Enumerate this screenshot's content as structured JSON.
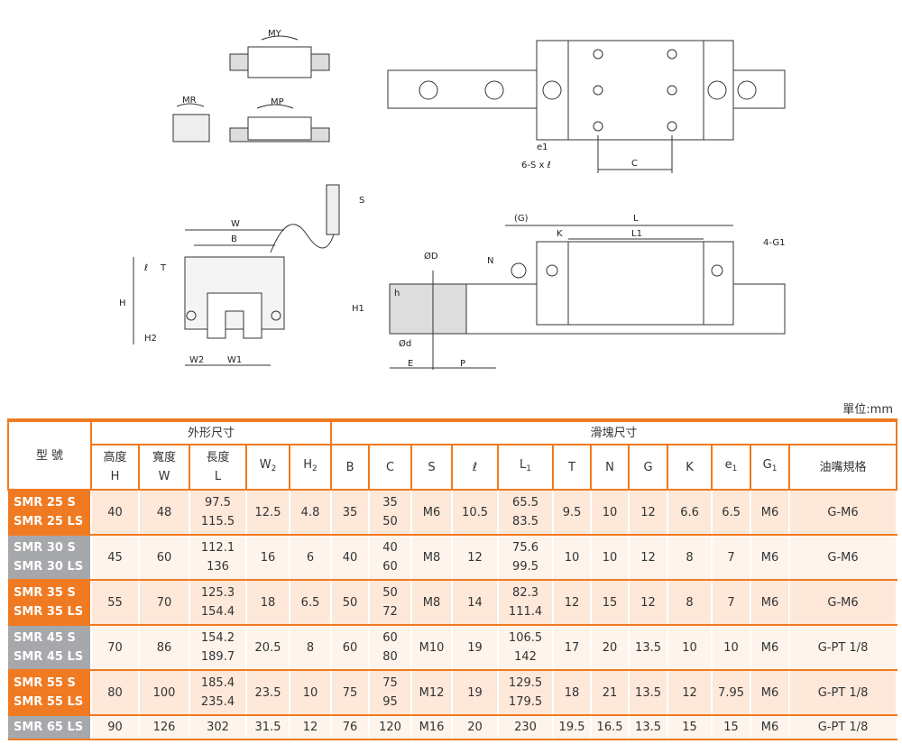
{
  "diagram_labels": {
    "my": "MY",
    "mr": "MR",
    "mp": "MP",
    "e1": "e1",
    "s_l": "6-S x ℓ",
    "c": "C",
    "s": "S",
    "w": "W",
    "b": "B",
    "l_small": "ℓ",
    "t": "T",
    "h": "H",
    "h2": "H2",
    "w2": "W2",
    "w1": "W1",
    "g": "(G)",
    "l": "L",
    "l1": "L1",
    "k": "K",
    "n": "N",
    "g1": "4-G1",
    "od": "ØD",
    "hh": "h",
    "h1": "H1",
    "sd": "Ød",
    "e": "E",
    "p": "P"
  },
  "unit": "單位:mm",
  "table": {
    "model_header": "型 號",
    "group_outer": "外形尺寸",
    "group_block": "滑塊尺寸",
    "columns": [
      [
        "高度",
        "H"
      ],
      [
        "寬度",
        "W"
      ],
      [
        "長度",
        "L"
      ],
      [
        "W2",
        ""
      ],
      [
        "H2",
        ""
      ],
      [
        "B",
        ""
      ],
      [
        "C",
        ""
      ],
      [
        "S",
        ""
      ],
      [
        "ℓ",
        ""
      ],
      [
        "L1",
        ""
      ],
      [
        "T",
        ""
      ],
      [
        "N",
        ""
      ],
      [
        "G",
        ""
      ],
      [
        "K",
        ""
      ],
      [
        "e1",
        ""
      ],
      [
        "G1",
        ""
      ],
      [
        "油嘴規格",
        ""
      ]
    ],
    "rows": [
      {
        "model": [
          "SMR 25 S",
          "SMR 25 LS"
        ],
        "style": "or",
        "v": [
          "40",
          "48",
          "97.5\n115.5",
          "12.5",
          "4.8",
          "35",
          "35\n50",
          "M6",
          "10.5",
          "65.5\n83.5",
          "9.5",
          "10",
          "12",
          "6.6",
          "6.5",
          "M6",
          "G-M6"
        ]
      },
      {
        "model": [
          "SMR 30 S",
          "SMR 30 LS"
        ],
        "style": "gr",
        "v": [
          "45",
          "60",
          "112.1\n136",
          "16",
          "6",
          "40",
          "40\n60",
          "M8",
          "12",
          "75.6\n99.5",
          "10",
          "10",
          "12",
          "8",
          "7",
          "M6",
          "G-M6"
        ]
      },
      {
        "model": [
          "SMR 35 S",
          "SMR 35 LS"
        ],
        "style": "or",
        "v": [
          "55",
          "70",
          "125.3\n154.4",
          "18",
          "6.5",
          "50",
          "50\n72",
          "M8",
          "14",
          "82.3\n111.4",
          "12",
          "15",
          "12",
          "8",
          "7",
          "M6",
          "G-M6"
        ]
      },
      {
        "model": [
          "SMR 45 S",
          "SMR 45 LS"
        ],
        "style": "gr",
        "v": [
          "70",
          "86",
          "154.2\n189.7",
          "20.5",
          "8",
          "60",
          "60\n80",
          "M10",
          "19",
          "106.5\n142",
          "17",
          "20",
          "13.5",
          "10",
          "10",
          "M6",
          "G-PT 1/8"
        ]
      },
      {
        "model": [
          "SMR 55 S",
          "SMR 55 LS"
        ],
        "style": "or",
        "v": [
          "80",
          "100",
          "185.4\n235.4",
          "23.5",
          "10",
          "75",
          "75\n95",
          "M12",
          "19",
          "129.5\n179.5",
          "18",
          "21",
          "13.5",
          "12",
          "7.95",
          "M6",
          "G-PT 1/8"
        ]
      },
      {
        "model": [
          "SMR 65 LS"
        ],
        "style": "gr",
        "v": [
          "90",
          "126",
          "302",
          "31.5",
          "12",
          "76",
          "120",
          "M16",
          "20",
          "230",
          "19.5",
          "16.5",
          "13.5",
          "15",
          "15",
          "M6",
          "G-PT 1/8"
        ]
      }
    ]
  }
}
